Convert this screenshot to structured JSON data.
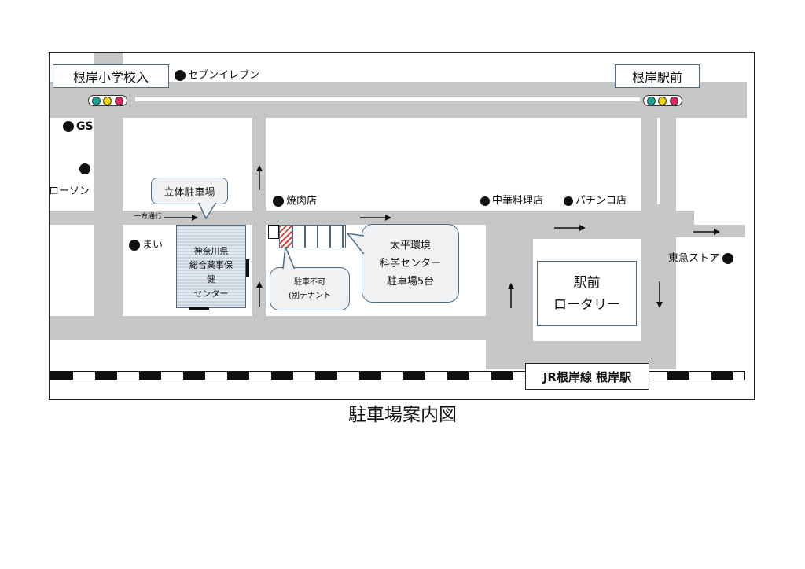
{
  "map_title": "駐車場案内図",
  "places": {
    "intersection_school": "根岸小学校入",
    "intersection_station": "根岸駅前",
    "seven_eleven": "セブンイレブン",
    "gs": "GS",
    "lawson": "ローソン",
    "yakiniku": "焼肉店",
    "chinese": "中華料理店",
    "pachinko": "パチンコ店",
    "mai": "まい",
    "tokyu": "東急ストア",
    "one_way": "一方通行",
    "station": "JR根岸線 根岸駅"
  },
  "multistory_parking": "立体駐車場",
  "building": {
    "line1": "神奈川県",
    "line2": "総合薬事保",
    "line3": "健",
    "line4": "センター"
  },
  "no_parking": {
    "line1": "駐車不可",
    "line2": "(別テナント"
  },
  "parking_callout": {
    "line1": "太平環境",
    "line2": "科学センター",
    "line3": "駐車場5台"
  },
  "rotary": {
    "line1": "駅前",
    "line2": "ロータリー"
  },
  "colors": {
    "road": "#c6c6c6",
    "frame_border": "#4a6c87",
    "callout_fill": "#f0f1f3",
    "restricted_hatch": "#d9453c",
    "signal_green": "#1aa89a",
    "signal_yellow": "#f2d600",
    "signal_red": "#e0245e"
  }
}
